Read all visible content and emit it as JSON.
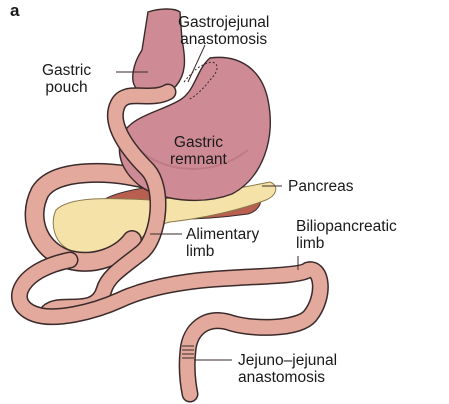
{
  "panel_label": "a",
  "labels": {
    "gastrojejunal_anastomosis": "Gastrojejunal\nanastomosis",
    "gastric_pouch": "Gastric\npouch",
    "gastric_remnant": "Gastric\nremnant",
    "pancreas": "Pancreas",
    "alimentary_limb": "Alimentary\nlimb",
    "biliopancreatic_limb": "Biliopancreatic\nlimb",
    "jejuno_jejunal_anastomosis": "Jejuno–jejunal\nanastomosis"
  },
  "colors": {
    "stomach": "#cf8b95",
    "stomach_dark": "#b06a77",
    "intestine": "#e2a99c",
    "intestine_dark": "#b97b70",
    "pancreas": "#f4e2a8",
    "liver_shadow": "#b85f4f",
    "outline": "#3a2a2a"
  }
}
